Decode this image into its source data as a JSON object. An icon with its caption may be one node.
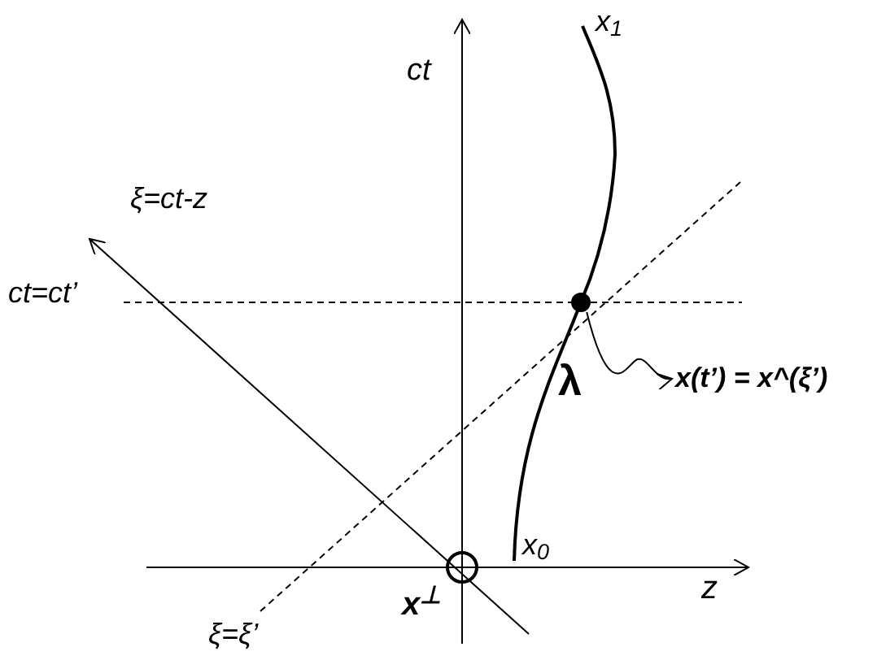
{
  "diagram": {
    "nodes": [
      {
        "text": [],
        "shape": "circle"
      },
      {
        "text": [
          "x(t’) = x^(ξ’)"
        ]
      },
      {
        "text": [],
        "shape": "circle",
        "beside": [
          "x$^{⊥}$"
        ]
      }
    ],
    "edges": [
      {
        "from": 0,
        "to": 1,
        "arrow": "to"
      }
    ],
    "labels": [
      "ct",
      "x$_{1}$",
      "ξ=ct-z",
      "ct=ct’",
      "λ",
      "x$_{0}$",
      "z",
      "ξ=ξ’"
    ]
  }
}
